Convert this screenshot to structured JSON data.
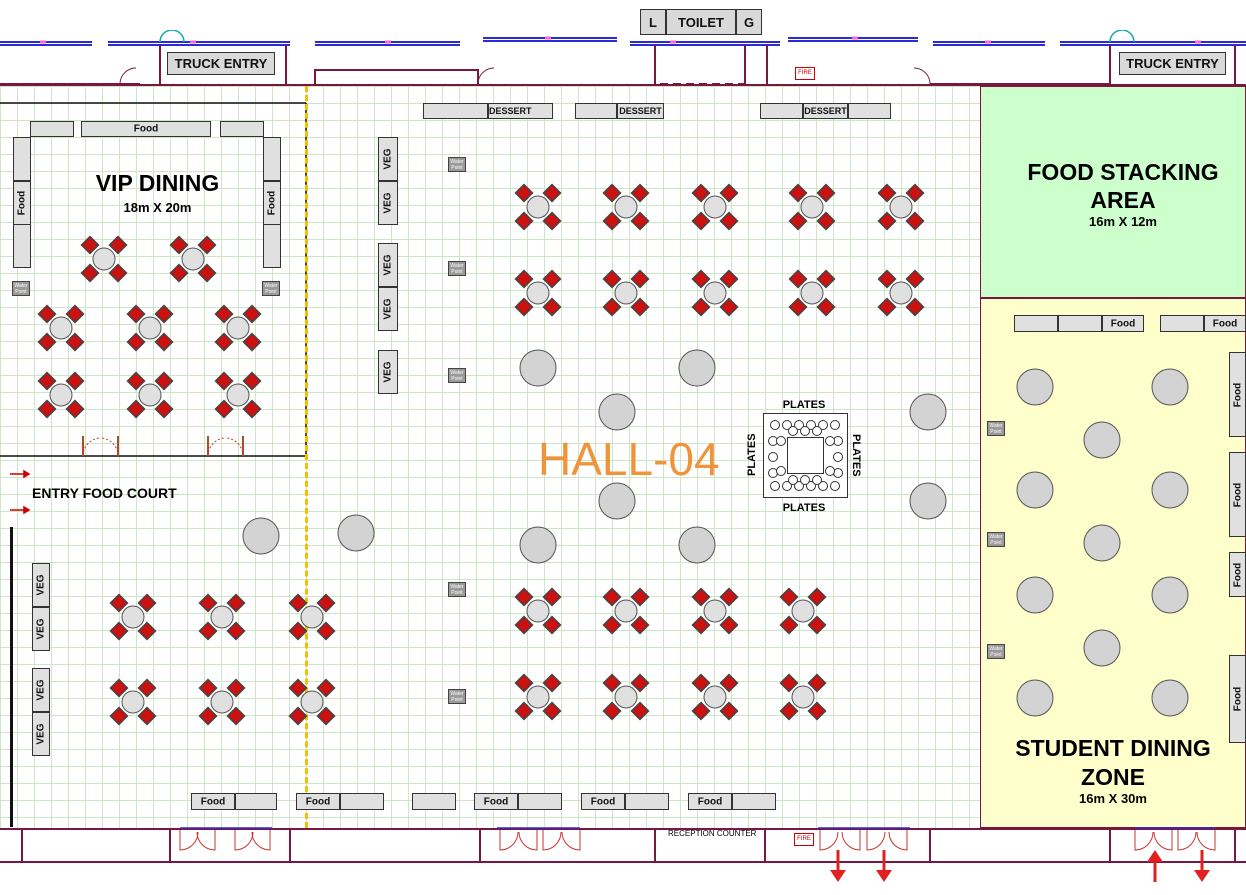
{
  "hall": {
    "name": "HALL-04",
    "name_color": "#f0943c"
  },
  "top": {
    "toilet": {
      "left": "L",
      "center": "TOILET",
      "right": "G"
    },
    "truck_entry_left": "TRUCK ENTRY",
    "truck_entry_right": "TRUCK ENTRY",
    "fire_top": "FIRE"
  },
  "bottom": {
    "reception": "RECEPTION COUNTER",
    "fire_bottom": "FIRE"
  },
  "vip": {
    "title": "VIP DINING",
    "size": "18m X 20m",
    "food": "Food",
    "water": "Water Point"
  },
  "entry_food_court": "ENTRY FOOD COURT",
  "food_stacking": {
    "title": "FOOD STACKING AREA",
    "size": "16m X 12m",
    "color": "#ccffcc"
  },
  "student": {
    "title": "STUDENT DINING ZONE",
    "size": "16m X 30m",
    "color": "#ffffcc",
    "food": "Food",
    "water": "Water Point"
  },
  "counters": {
    "veg": "VEG",
    "dessert": "DESSERT",
    "food": "Food",
    "water": "Water Point"
  },
  "plates": {
    "top": "PLATES",
    "bottom": "PLATES",
    "left": "PLATES",
    "right": "PLATES"
  },
  "colors": {
    "wall": "#7a1740",
    "chair": "#cc1111",
    "grid": "#cfe5c8",
    "walkway": "#f2c200",
    "window": "#2b2bd6",
    "arrow": "#e02020"
  }
}
